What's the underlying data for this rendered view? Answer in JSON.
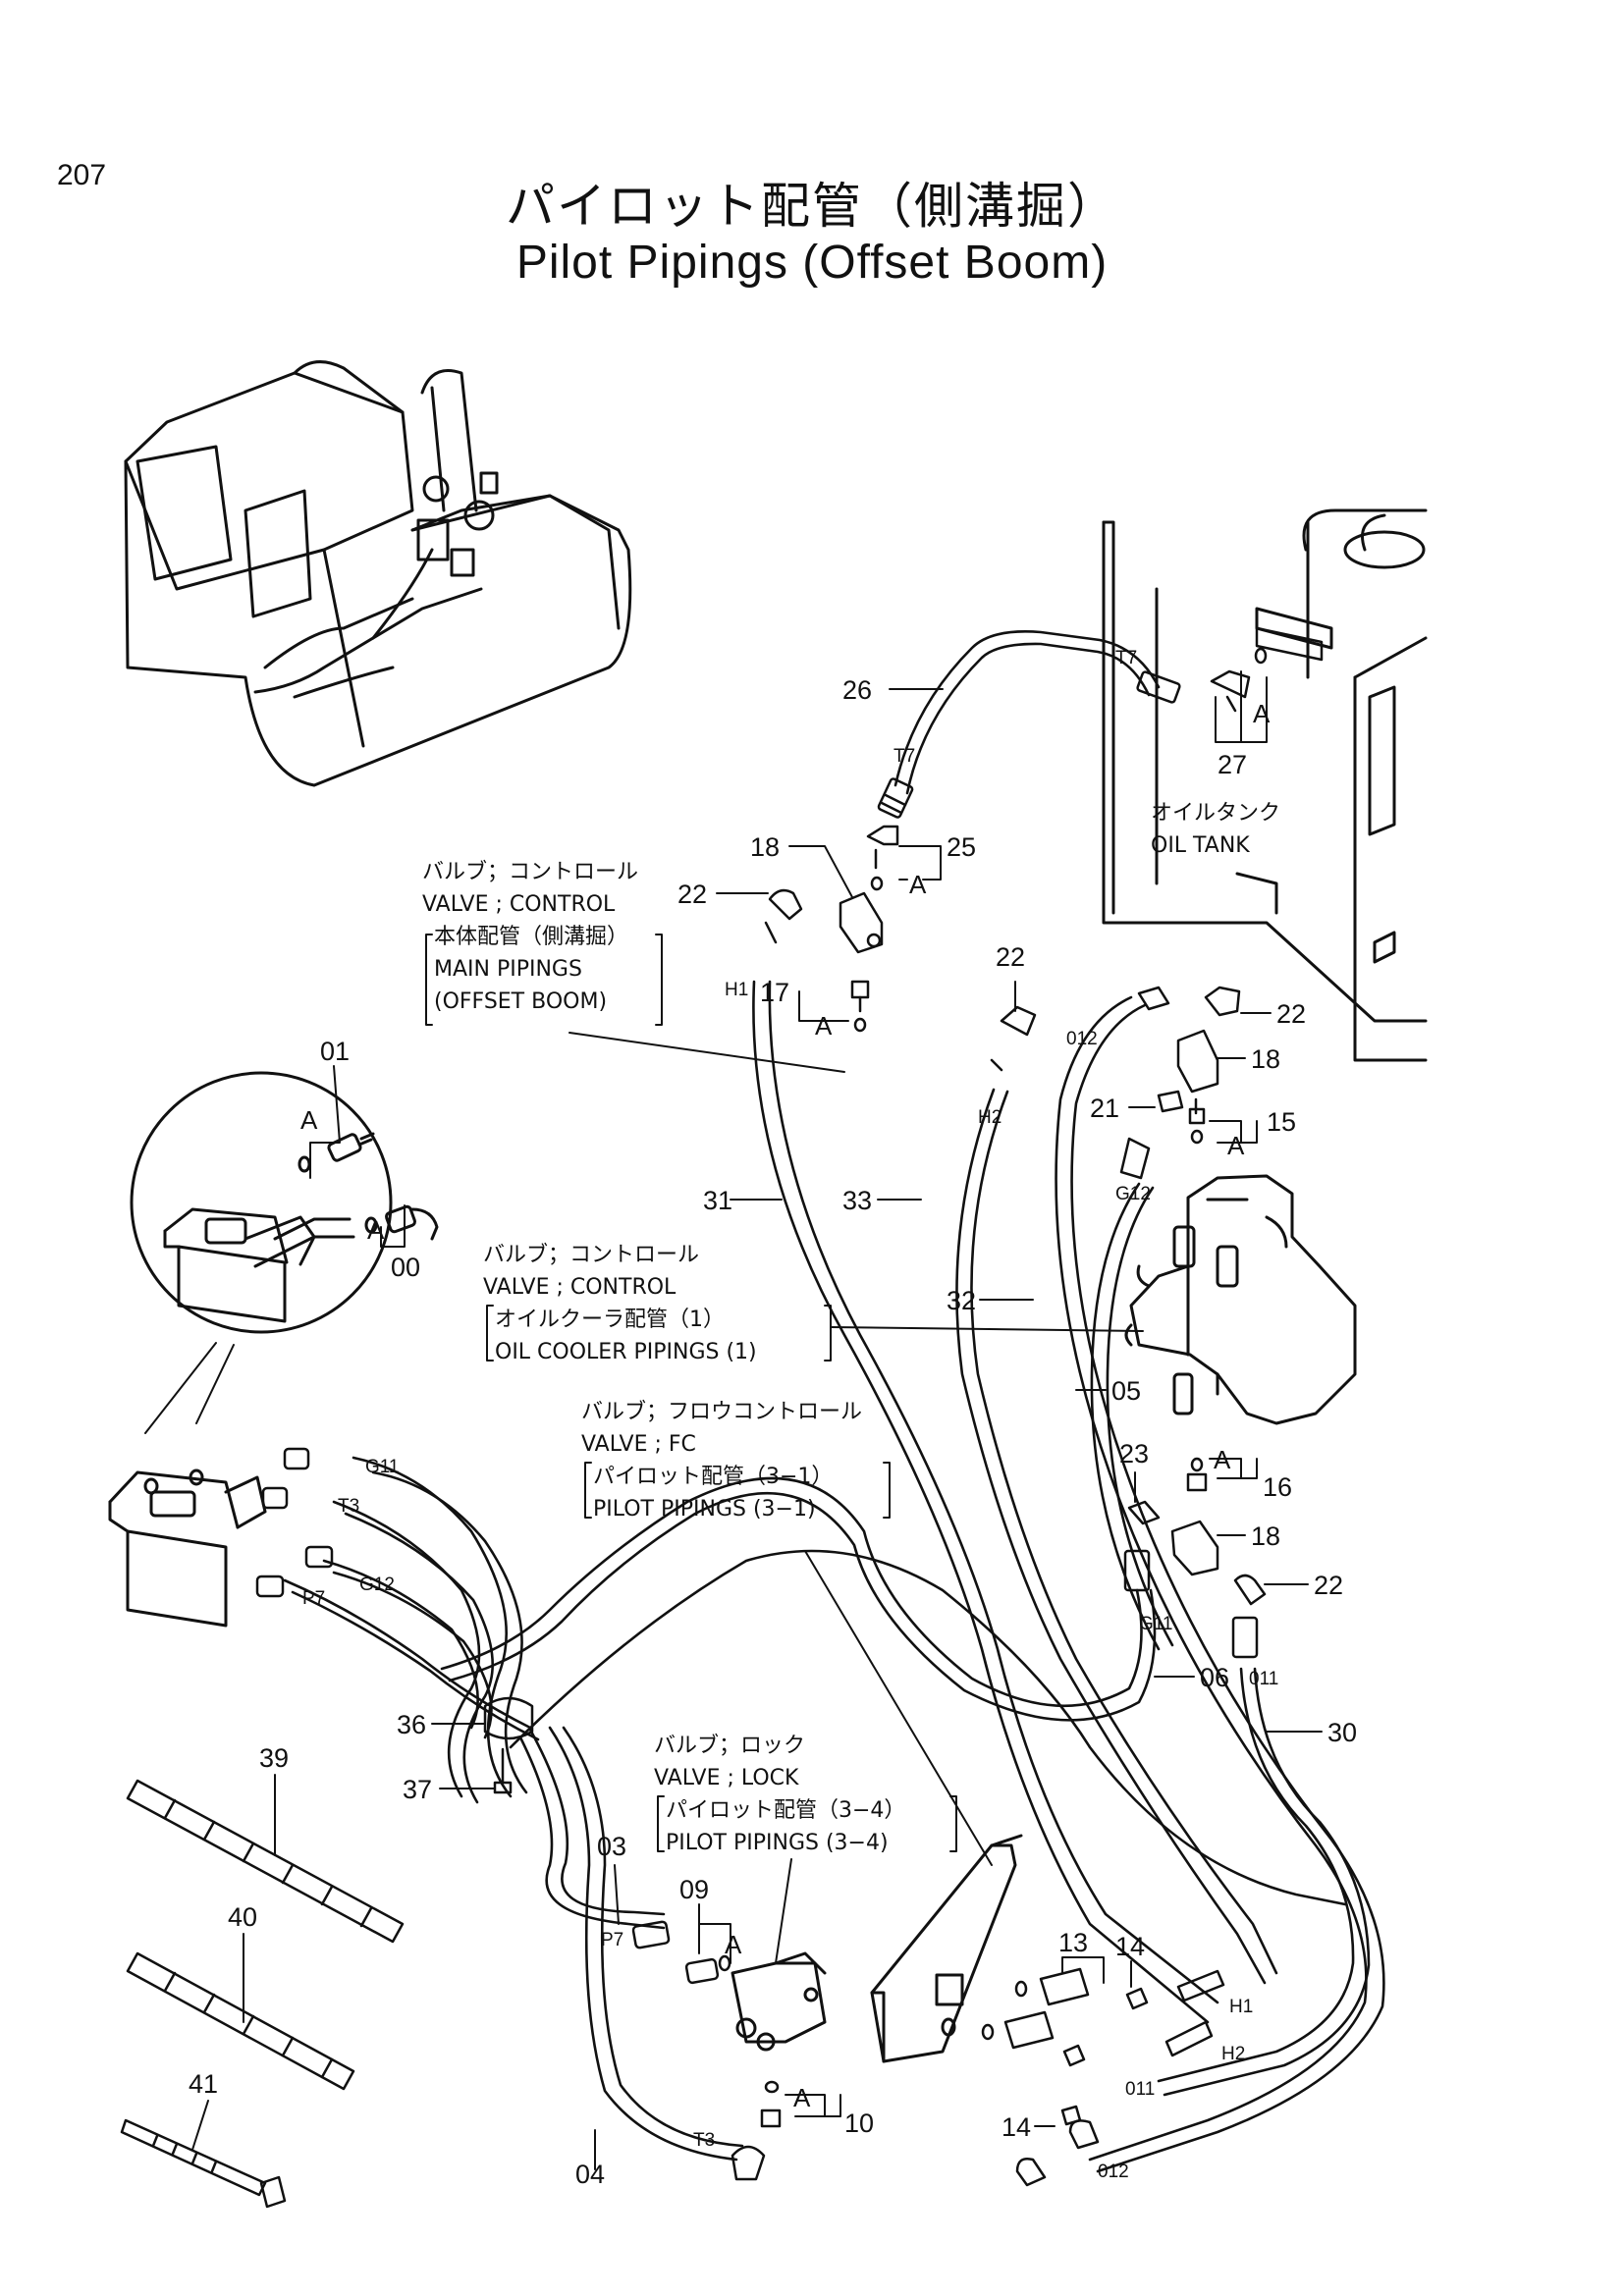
{
  "page_number": "207",
  "title_jp": "パイロット配管（側溝掘）",
  "title_en": "Pilot Pipings (Offset Boom)",
  "notes": {
    "valve_control_main": [
      "バルブ；コントロール",
      "VALVE ; CONTROL",
      "本体配管（側溝掘）",
      "MAIN PIPINGS",
      "(OFFSET BOOM)"
    ],
    "oil_tank": [
      "オイルタンク",
      "OIL TANK"
    ],
    "valve_control_cooler": [
      "バルブ；コントロール",
      "VALVE ; CONTROL",
      "オイルクーラ配管（1）",
      "OIL COOLER PIPINGS (1)"
    ],
    "valve_fc": [
      "バルブ；フロウコントロール",
      "VALVE ; FC",
      "パイロット配管（3−1）",
      "PILOT PIPINGS (3−1)"
    ],
    "valve_lock": [
      "バルブ；ロック",
      "VALVE ; LOCK",
      "パイロット配管（3−4）",
      "PILOT PIPINGS (3−4)"
    ]
  },
  "parts": {
    "p00": "00",
    "p01": "01",
    "p03": "03",
    "p04": "04",
    "p05": "05",
    "p06": "06",
    "p09": "09",
    "p10": "10",
    "p13": "13",
    "p14a": "14",
    "p14b": "14",
    "p15": "15",
    "p16": "16",
    "p17": "17",
    "p18a": "18",
    "p18b": "18",
    "p18c": "18",
    "p21": "21",
    "p22a": "22",
    "p22b": "22",
    "p22c": "22",
    "p22d": "22",
    "p23": "23",
    "p25": "25",
    "p26": "26",
    "p27": "27",
    "p30": "30",
    "p31": "31",
    "p32": "32",
    "p33": "33",
    "p36": "36",
    "p37": "37",
    "p39": "39",
    "p40": "40",
    "p41": "41"
  },
  "port_labels": {
    "t7a": "T7",
    "t7b": "T7",
    "h1a": "H1",
    "h1b": "H1",
    "h2a": "H2",
    "h2b": "H2",
    "o12a": "012",
    "o12b": "012",
    "o11a": "011",
    "o11b": "011",
    "g12a": "G12",
    "g12b": "G12",
    "g11a": "G11",
    "g11b": "G11",
    "t3a": "T3",
    "t3b": "T3",
    "p7a": "P7",
    "p7b": "P7"
  },
  "detail_ref": "A"
}
